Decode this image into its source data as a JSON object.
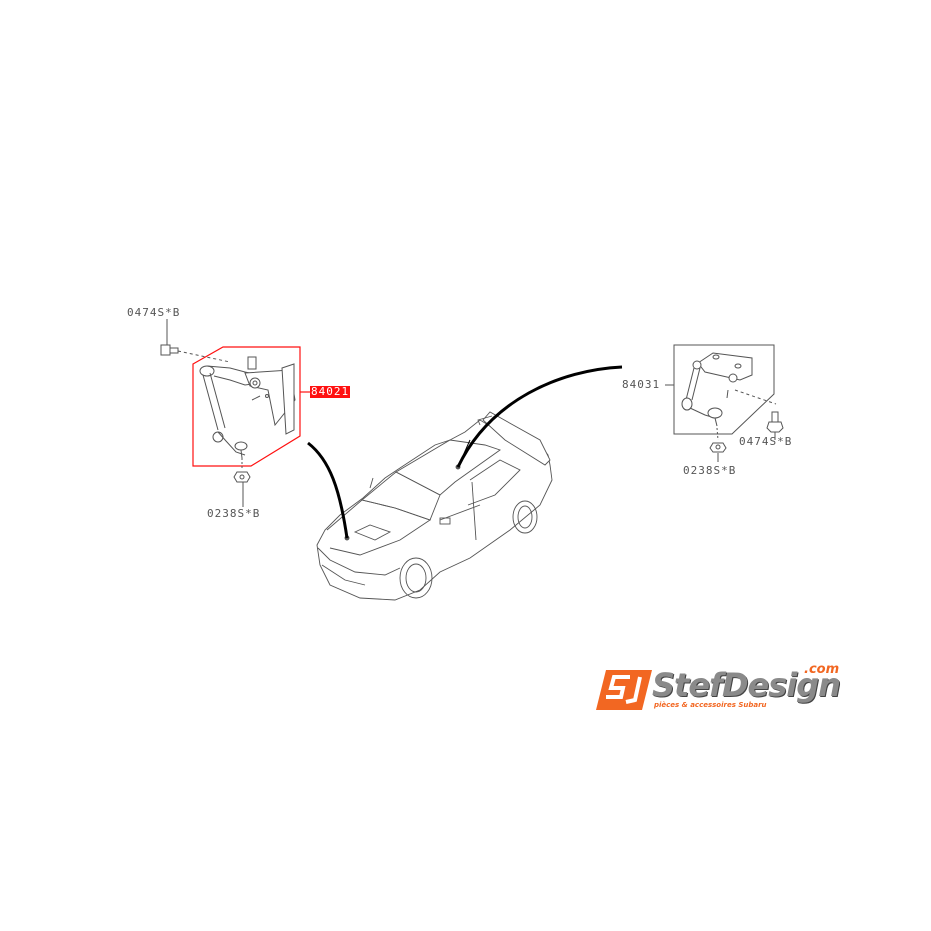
{
  "diagram": {
    "type": "parts-exploded-view",
    "subject": "Headlight leveling height sensor assembly",
    "colors": {
      "line": "#555555",
      "leader_heavy": "#000000",
      "highlight": "#ff1010",
      "highlight_text": "#ffffff",
      "brand_orange": "#f26722",
      "brand_gray": "#8a8a8a"
    },
    "front_assembly": {
      "part_number": "84021",
      "highlighted": true,
      "bolt_label": "0474S*B",
      "nut_label": "0238S*B"
    },
    "rear_assembly": {
      "part_number": "84031",
      "highlighted": false,
      "bolt_label": "0474S*B",
      "nut_label": "0238S*B"
    },
    "vehicle": {
      "description": "Sedan with hood scoop and rear spoiler"
    }
  },
  "logo": {
    "mark": "SJ",
    "name": "StefDesign",
    "tld": ".com",
    "tagline": "pièces & accessoires Subaru"
  }
}
